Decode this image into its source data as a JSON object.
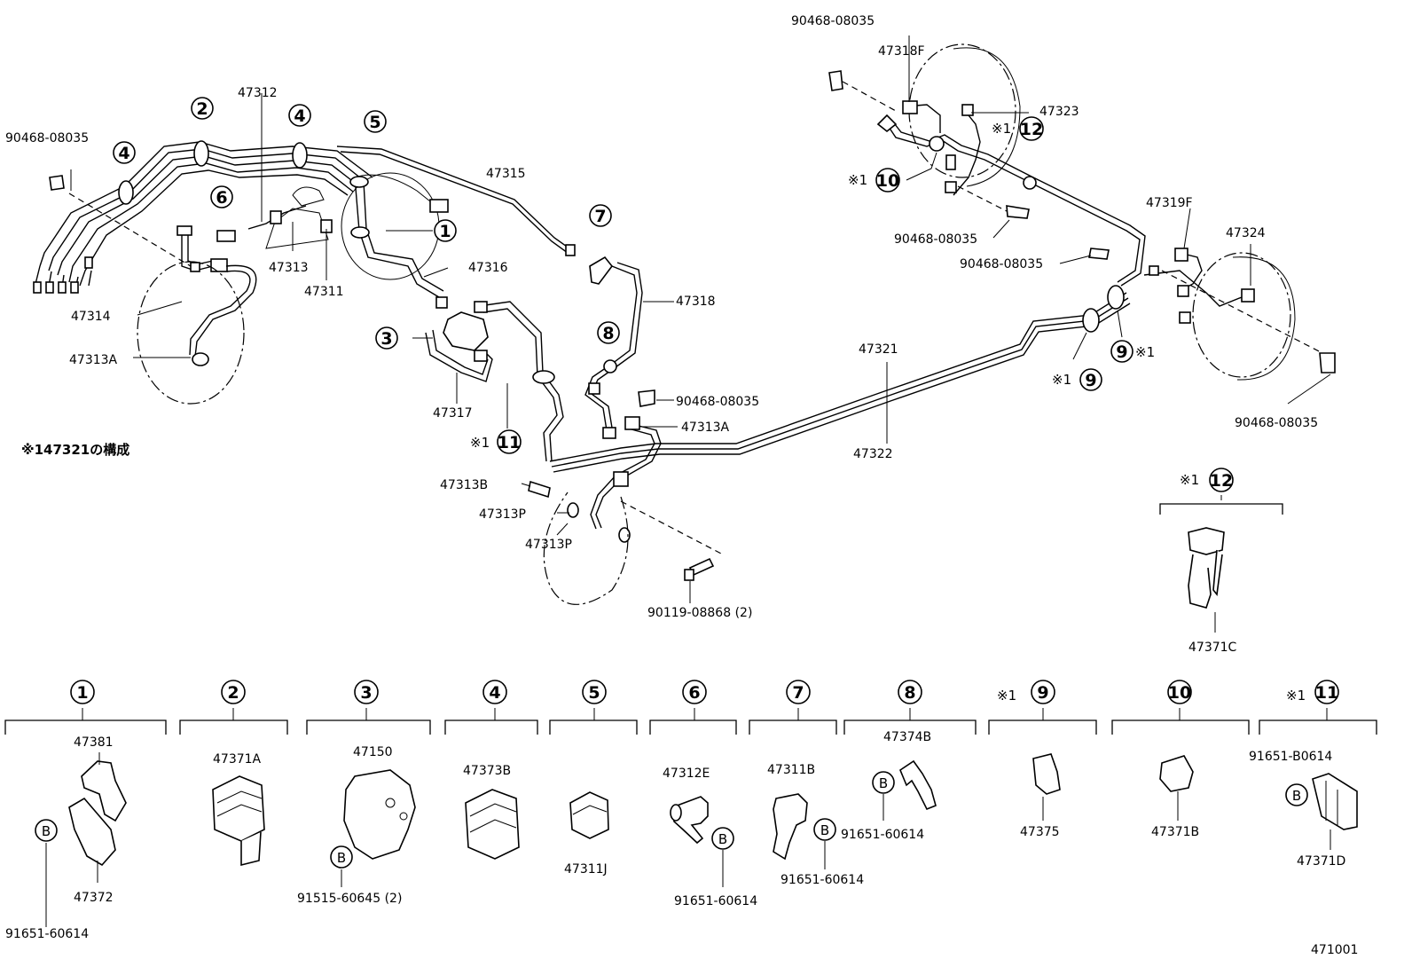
{
  "labels": {
    "p90468_08035_tl": "90468-08035",
    "p47312": "47312",
    "p47313": "47313",
    "p47311": "47311",
    "p47314": "47314",
    "p47313A_left": "47313A",
    "p47315": "47315",
    "p47316": "47316",
    "p47317": "47317",
    "p47318": "47318",
    "p90468_08035_mid": "90468-08035",
    "p47313A_mid": "47313A",
    "p47313B": "47313B",
    "p47313P_1": "47313P",
    "p47313P_2": "47313P",
    "p90119_08868": "90119-08868 (2)",
    "p47321": "47321",
    "p47322": "47322",
    "p90468_08035_tr": "90468-08035",
    "p47318F": "47318F",
    "p47323": "47323",
    "p90468_08035_rc": "90468-08035",
    "p90468_08035_r2": "90468-08035",
    "p47319F": "47319F",
    "p47324": "47324",
    "p90468_08035_br": "90468-08035",
    "p47371C": "47371C",
    "note_47321": "※147321の構成",
    "star1": "※1",
    "fig_code": "471001"
  },
  "callouts": {
    "c1": "1",
    "c2": "2",
    "c3": "3",
    "c4": "4",
    "c5": "5",
    "c6": "6",
    "c7": "7",
    "c8": "8",
    "c9": "9",
    "c10": "10",
    "c11": "11",
    "c12": "12"
  },
  "details": [
    {
      "num": "1",
      "star": "",
      "part_a": "47381",
      "part_b": "47372",
      "bolt": "91651-60614",
      "bolt_tag": "B"
    },
    {
      "num": "2",
      "star": "",
      "part_a": "47371A"
    },
    {
      "num": "3",
      "star": "",
      "part_a": "47150",
      "bolt": "91515-60645 (2)",
      "bolt_tag": "B"
    },
    {
      "num": "4",
      "star": "",
      "part_a": "47373B"
    },
    {
      "num": "5",
      "star": "",
      "part_a": "47311J"
    },
    {
      "num": "6",
      "star": "",
      "part_a": "47312E",
      "bolt": "91651-60614",
      "bolt_tag": "B"
    },
    {
      "num": "7",
      "star": "",
      "part_a": "47311B",
      "bolt": "91651-60614",
      "bolt_tag": "B"
    },
    {
      "num": "8",
      "star": "",
      "part_a": "47374B",
      "bolt": "91651-60614",
      "bolt_tag": "B"
    },
    {
      "num": "9",
      "star": "※1",
      "part_a": "47375"
    },
    {
      "num": "10",
      "star": "",
      "part_a": "47371B"
    },
    {
      "num": "11",
      "star": "※1",
      "part_a": "47371D",
      "bolt": "91651-B0614",
      "bolt_tag": "B"
    }
  ]
}
